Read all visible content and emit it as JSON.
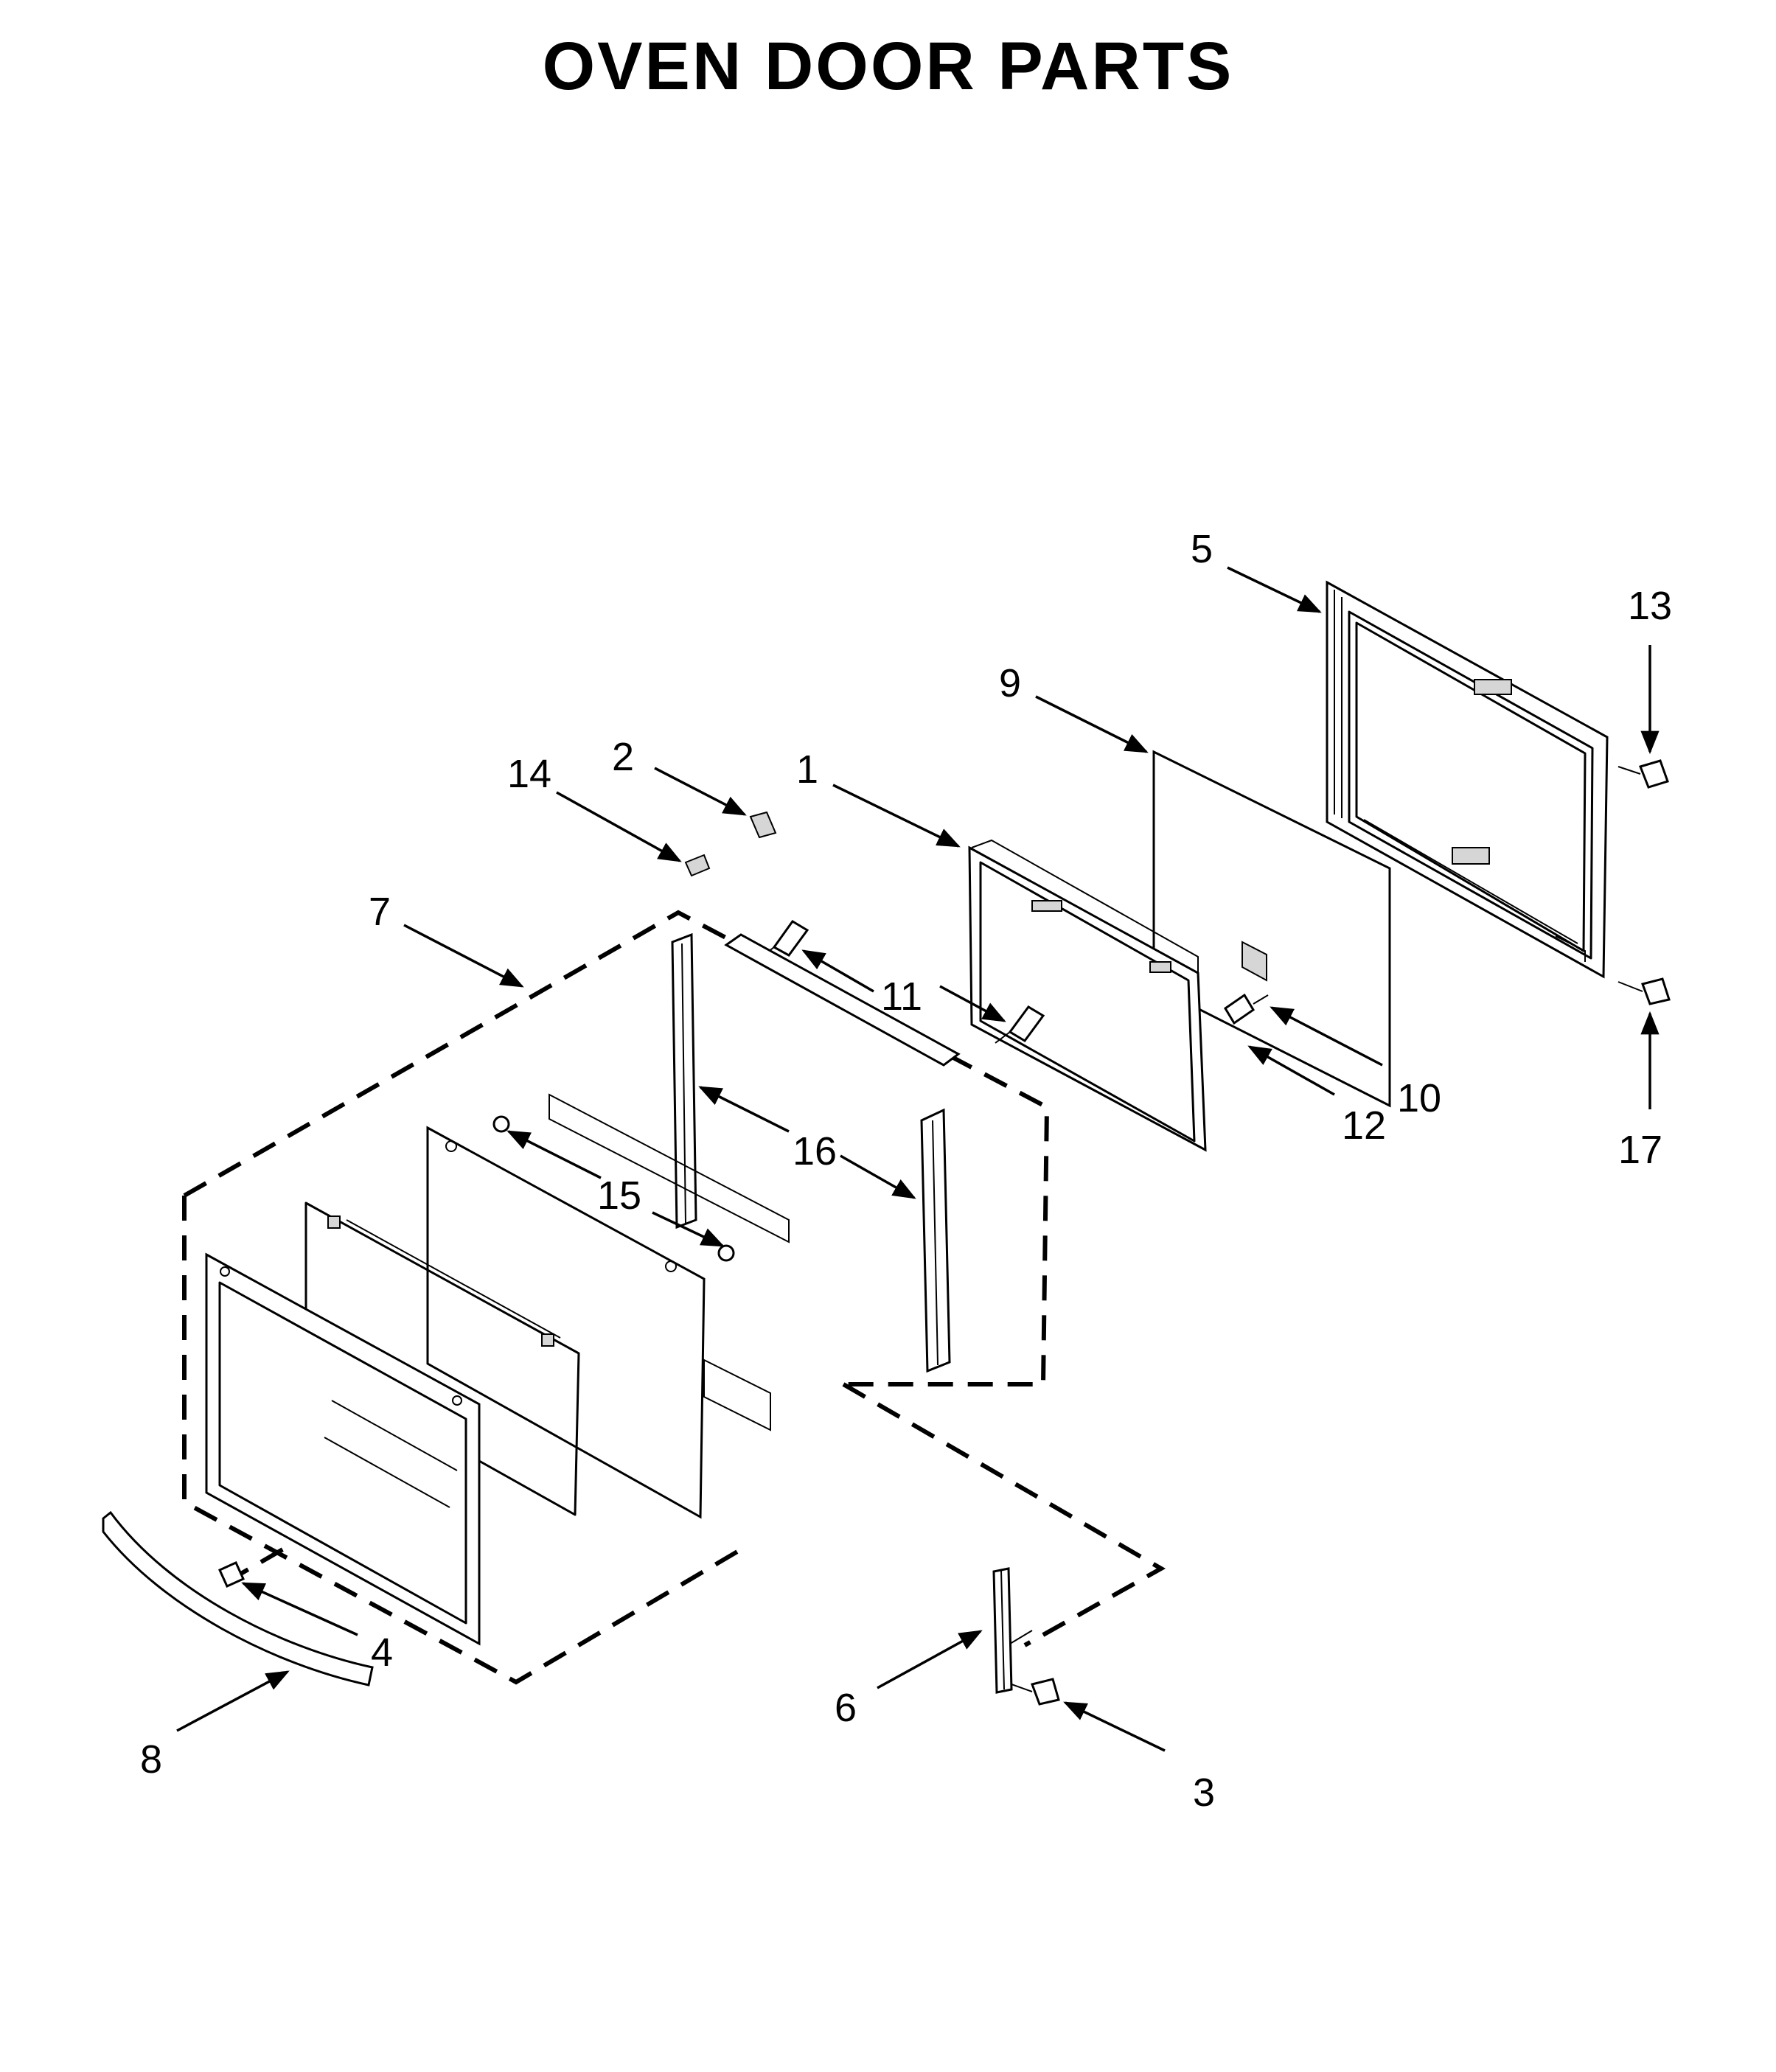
{
  "title": "OVEN DOOR PARTS",
  "callouts": [
    {
      "id": "1",
      "label": "1"
    },
    {
      "id": "2",
      "label": "2"
    },
    {
      "id": "3",
      "label": "3"
    },
    {
      "id": "4",
      "label": "4"
    },
    {
      "id": "5",
      "label": "5"
    },
    {
      "id": "6",
      "label": "6"
    },
    {
      "id": "7",
      "label": "7"
    },
    {
      "id": "8",
      "label": "8"
    },
    {
      "id": "9",
      "label": "9"
    },
    {
      "id": "10",
      "label": "10"
    },
    {
      "id": "11",
      "label": "11"
    },
    {
      "id": "12",
      "label": "12"
    },
    {
      "id": "13",
      "label": "13"
    },
    {
      "id": "14",
      "label": "14"
    },
    {
      "id": "15",
      "label": "15"
    },
    {
      "id": "16",
      "label": "16"
    },
    {
      "id": "17",
      "label": "17"
    }
  ]
}
